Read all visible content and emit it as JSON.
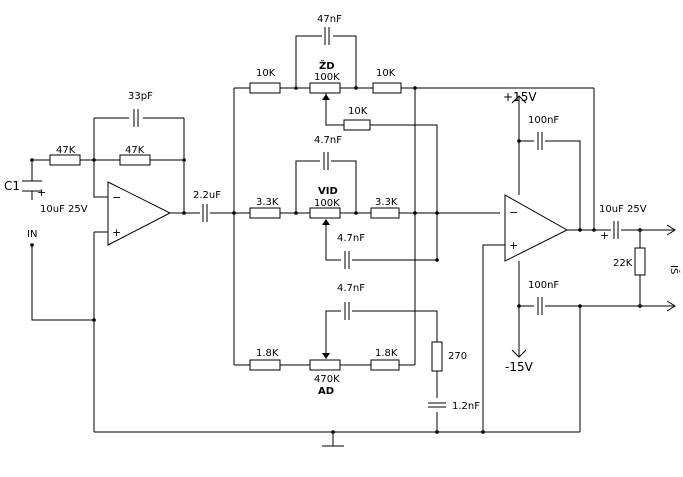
{
  "labels": {
    "c1": "C1",
    "c1_value": "10uF 25V",
    "c1_plus": "+",
    "input": "IN",
    "r_in1": "47K",
    "r_in2": "47K",
    "c_fb1": "33pF",
    "c_couple": "2.2uF",
    "r_zd_left": "10K",
    "r_zd_right": "10K",
    "c_zd": "47nF",
    "pot_zd_name": "ŽD",
    "pot_zd_value": "100K",
    "r_mid_10k": "10K",
    "c_vid": "4.7nF",
    "pot_vid_name": "VID",
    "pot_vid_value": "100K",
    "r_vid_left": "3.3K",
    "r_vid_right": "3.3K",
    "c_vid_out": "4.7nF",
    "c_ad": "4.7nF",
    "r_ad_left": "1.8K",
    "r_ad_right": "1.8K",
    "pot_ad_value": "470K",
    "pot_ad_name": "AD",
    "r_270": "270",
    "c_12n": "1.2nF",
    "vplus": "+15V",
    "vminus": "-15V",
    "c_dec_top": "100nF",
    "c_dec_bot": "100nF",
    "c_out": "10uF 25V",
    "c_out_plus": "+",
    "r_out": "22K",
    "output": "IŠ",
    "op1_minus": "−",
    "op1_plus": "+",
    "op2_minus": "−",
    "op2_plus": "+"
  }
}
